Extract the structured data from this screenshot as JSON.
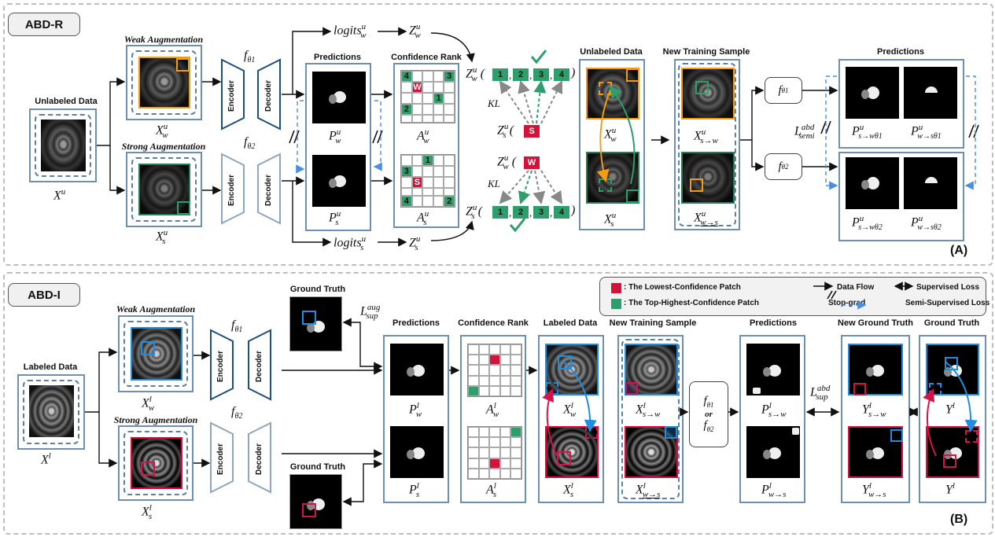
{
  "sections": {
    "a": {
      "tag": "ABD-R",
      "label": "(A)"
    },
    "b": {
      "tag": "ABD-I",
      "label": "(B)"
    }
  },
  "headers": {
    "unlabeled_data": "Unlabeled Data",
    "labeled_data": "Labeled Data",
    "weak_aug": "Weak Augmentation",
    "strong_aug": "Strong Augmentation",
    "predictions": "Predictions",
    "confidence_rank": "Confidence Rank",
    "new_training_sample": "New Training Sample",
    "ground_truth": "Ground Truth",
    "new_ground_truth": "New Ground Truth"
  },
  "network": {
    "encoder": "Encoder",
    "decoder": "Decoder"
  },
  "math_a": {
    "x_u": "X",
    "x_u_sup": "u",
    "xw_u": "X",
    "xw_sub": "w",
    "xs_u": "X",
    "xs_sub": "s",
    "f1": "f",
    "f1_sub": "θ1",
    "f2": "f",
    "f2_sub": "θ2",
    "pw": "P",
    "pw_sub": "w",
    "ps": "P",
    "ps_sub": "s",
    "aw": "A",
    "aw_sub": "w",
    "as": "A",
    "as_sub": "s",
    "logits_w": "logits",
    "logits_w_sub": "w",
    "logits_s": "logits",
    "logits_s_sub": "s",
    "zw": "Z",
    "zw_sub": "w",
    "zs": "Z",
    "zs_sub": "s",
    "kl": "KL",
    "xsw": "X",
    "xsw_sub": "s→w",
    "xws": "X",
    "xws_sub": "w→s",
    "l_semi": "L",
    "l_semi_sup": "abd",
    "l_semi_sub": "semi",
    "p_s_w1": "P",
    "p_s_w1_sub": "s→wθ1",
    "p_w_s1": "P",
    "p_w_s1_sub": "w→sθ1",
    "p_s_w2": "P",
    "p_s_w2_sub": "s→wθ2",
    "p_w_s2": "P",
    "p_w_s2_sub": "w→sθ2"
  },
  "math_b": {
    "x_l": "X",
    "x_l_sup": "l",
    "l_aug": "L",
    "l_aug_sup": "aug",
    "l_aug_sub": "sup",
    "l_abd": "L",
    "l_abd_sup": "abd",
    "l_abd_sub": "sup",
    "f_or": "or",
    "y_l": "Y",
    "y_l_sup": "l",
    "p_sw": "P",
    "p_sw_sub": "s→w",
    "p_ws": "P",
    "p_ws_sub": "w→s",
    "y_sw": "Y",
    "y_sw_sub": "s→w",
    "y_ws": "Y",
    "y_ws_sub": "w→s"
  },
  "grid_a_w": [
    "4",
    "",
    "",
    "",
    "3",
    "",
    "W",
    "",
    "",
    "",
    "",
    "",
    "",
    "1",
    "",
    "2",
    "",
    "",
    "",
    "",
    "",
    "",
    "",
    "",
    ""
  ],
  "grid_a_s": [
    "",
    "",
    "1",
    "",
    "",
    "3",
    "",
    "",
    "",
    "",
    "",
    "S",
    "",
    "",
    "",
    "",
    "",
    "",
    "",
    "",
    "4",
    "",
    "",
    "",
    "2"
  ],
  "chain_w": [
    "1",
    "2",
    "3",
    "4"
  ],
  "chain_s": [
    "1",
    "2",
    "3",
    "4"
  ],
  "cell_s": "S",
  "cell_w": "W",
  "legend": {
    "lowest": ": The Lowest-Confidence Patch",
    "top": ": The Top-Highest-Confidence Patch",
    "flow": "Data Flow",
    "sup": "Supervised Loss",
    "stop": "Stop-grad",
    "semi": "Semi-Supervised Loss"
  },
  "colors": {
    "green": "#2e9e6c",
    "red": "#d2143a",
    "orange": "#f39c12",
    "blue": "#1e8fe0",
    "pink": "#d2144a",
    "box": "#6e8fae"
  }
}
